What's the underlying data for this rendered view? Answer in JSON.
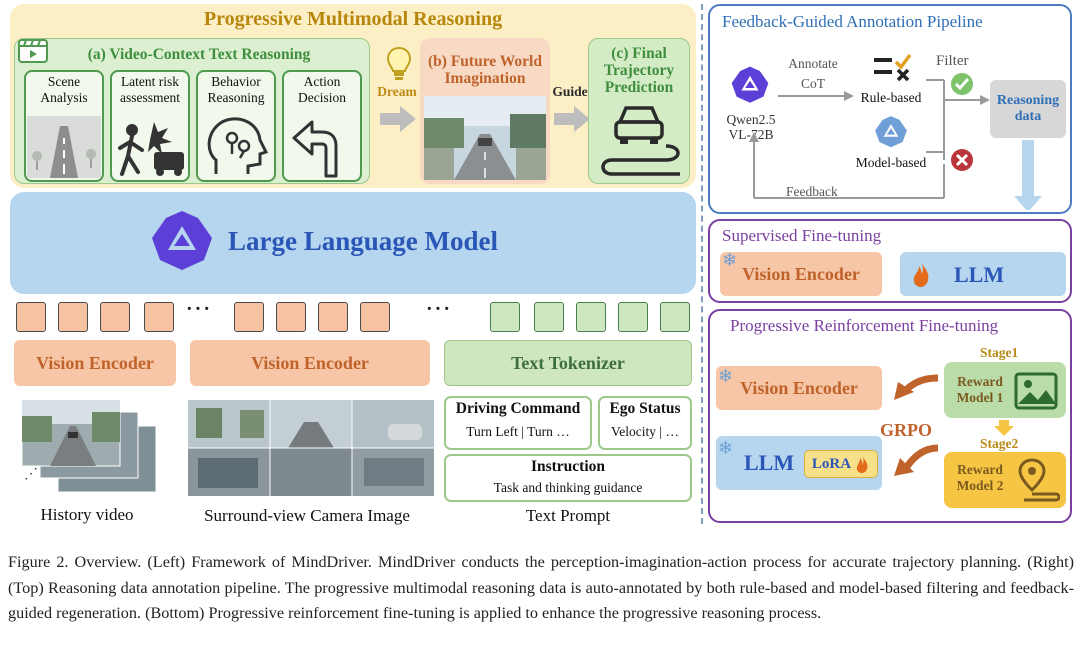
{
  "left": {
    "title": "Progressive Multimodal Reasoning",
    "video_context": {
      "title": "(a) Video-Context Text Reasoning",
      "steps": [
        {
          "label": "Scene Analysis",
          "icon": "road-scene-icon"
        },
        {
          "label": "Latent risk assessment",
          "icon": "risk-collision-icon"
        },
        {
          "label": "Behavior Reasoning",
          "icon": "brain-head-icon"
        },
        {
          "label": "Action Decision",
          "icon": "u-turn-arrow-icon"
        }
      ]
    },
    "dream_label": "Dream",
    "future": {
      "title": "(b) Future World Imagination"
    },
    "guide_label": "Guide",
    "final": {
      "title": "(c) Final Trajectory Prediction"
    },
    "llm_label": "Large Language Model",
    "dots": "···",
    "encoders": [
      "Vision Encoder",
      "Vision Encoder"
    ],
    "tokenizer": "Text Tokenizer",
    "text_prompt": {
      "driving_command": "Driving Command",
      "driving_command_value": "Turn Left | Turn …",
      "ego_status": "Ego Status",
      "ego_status_value": "Velocity | …",
      "instruction": "Instruction",
      "instruction_value": "Task and thinking guidance"
    },
    "input_labels": {
      "history": "History video",
      "surround": "Surround-view Camera Image",
      "text": "Text Prompt"
    }
  },
  "right": {
    "feedback_pipeline": {
      "title": "Feedback-Guided Annotation Pipeline",
      "annotate": "Annotate",
      "cot": "CoT",
      "model_line1": "Qwen2.5",
      "model_line2": "VL-72B",
      "rule_based": "Rule-based",
      "model_based": "Model-based",
      "filter": "Filter",
      "feedback": "Feedback",
      "reasoning_data": "Reasoning data"
    },
    "sft": {
      "title": "Supervised Fine-tuning",
      "vision_encoder": "Vision Encoder",
      "llm": "LLM"
    },
    "prft": {
      "title": "Progressive Reinforcement Fine-tuning",
      "vision_encoder": "Vision Encoder",
      "llm": "LLM",
      "lora": "LoRA",
      "grpo": "GRPO",
      "stage1": "Stage1",
      "stage2": "Stage2",
      "reward1": "Reward Model 1",
      "reward2": "Reward Model 2"
    }
  },
  "caption": "Figure 2. Overview. (Left) Framework of MindDriver. MindDriver conducts the perception-imagination-action process for accurate trajectory planning. (Right) (Top) Reasoning data annotation pipeline. The progressive multimodal reasoning data is auto-annotated by both rule-based and model-based filtering and feedback-guided regeneration. (Bottom) Progressive reinforcement fine-tuning is applied to enhance the progressive reasoning process.",
  "colors": {
    "orange": "#f7c6a6",
    "green": "#cfe7c0",
    "blue": "#b6d5ee",
    "yellow": "#fcefc6",
    "purple": "#7a3fa0",
    "qwen_purple": "#5b3fd6"
  }
}
